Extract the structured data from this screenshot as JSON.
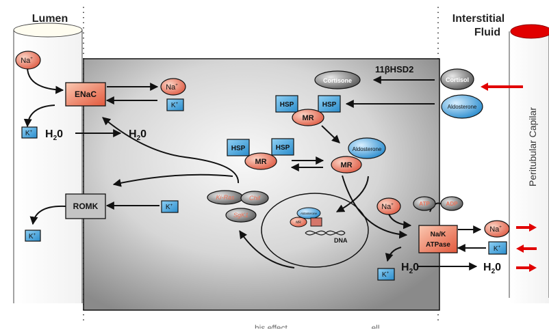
{
  "regions": {
    "lumen": "Lumen",
    "interstitial": "Interstitial",
    "fluid": "Fluid",
    "capillary": "Peritubular Capilar"
  },
  "ions": {
    "na": "Na",
    "k": "K",
    "plus": "+"
  },
  "water": {
    "h": "H",
    "sub": "2",
    "o": "0"
  },
  "proteins": {
    "enac": "ENaC",
    "romk": "ROMK",
    "hsp": "HSP",
    "mr": "MR",
    "aldosterone": "Aldosterone",
    "cortisone": "Cortisone",
    "cortisol": "Cortisol",
    "enzyme": "11βHSD2",
    "atp": "ATP",
    "adp": "ADP",
    "pump_line1": "Na/K",
    "pump_line2": "ATPase",
    "xi_ras": "Ki-Ras",
    "chif": "Chif",
    "sgk": "SgK1",
    "dna": "DNA",
    "nuc_aldo": "Aldosterone",
    "nuc_mr": "MR"
  },
  "footer_text": "…his effect …  …  … …  … …  … …ell",
  "colors": {
    "salmon": "#e8735a",
    "blue": "#3aa0d8",
    "grey_oval": "#7a7a7a",
    "red_arrow": "#e10000"
  }
}
